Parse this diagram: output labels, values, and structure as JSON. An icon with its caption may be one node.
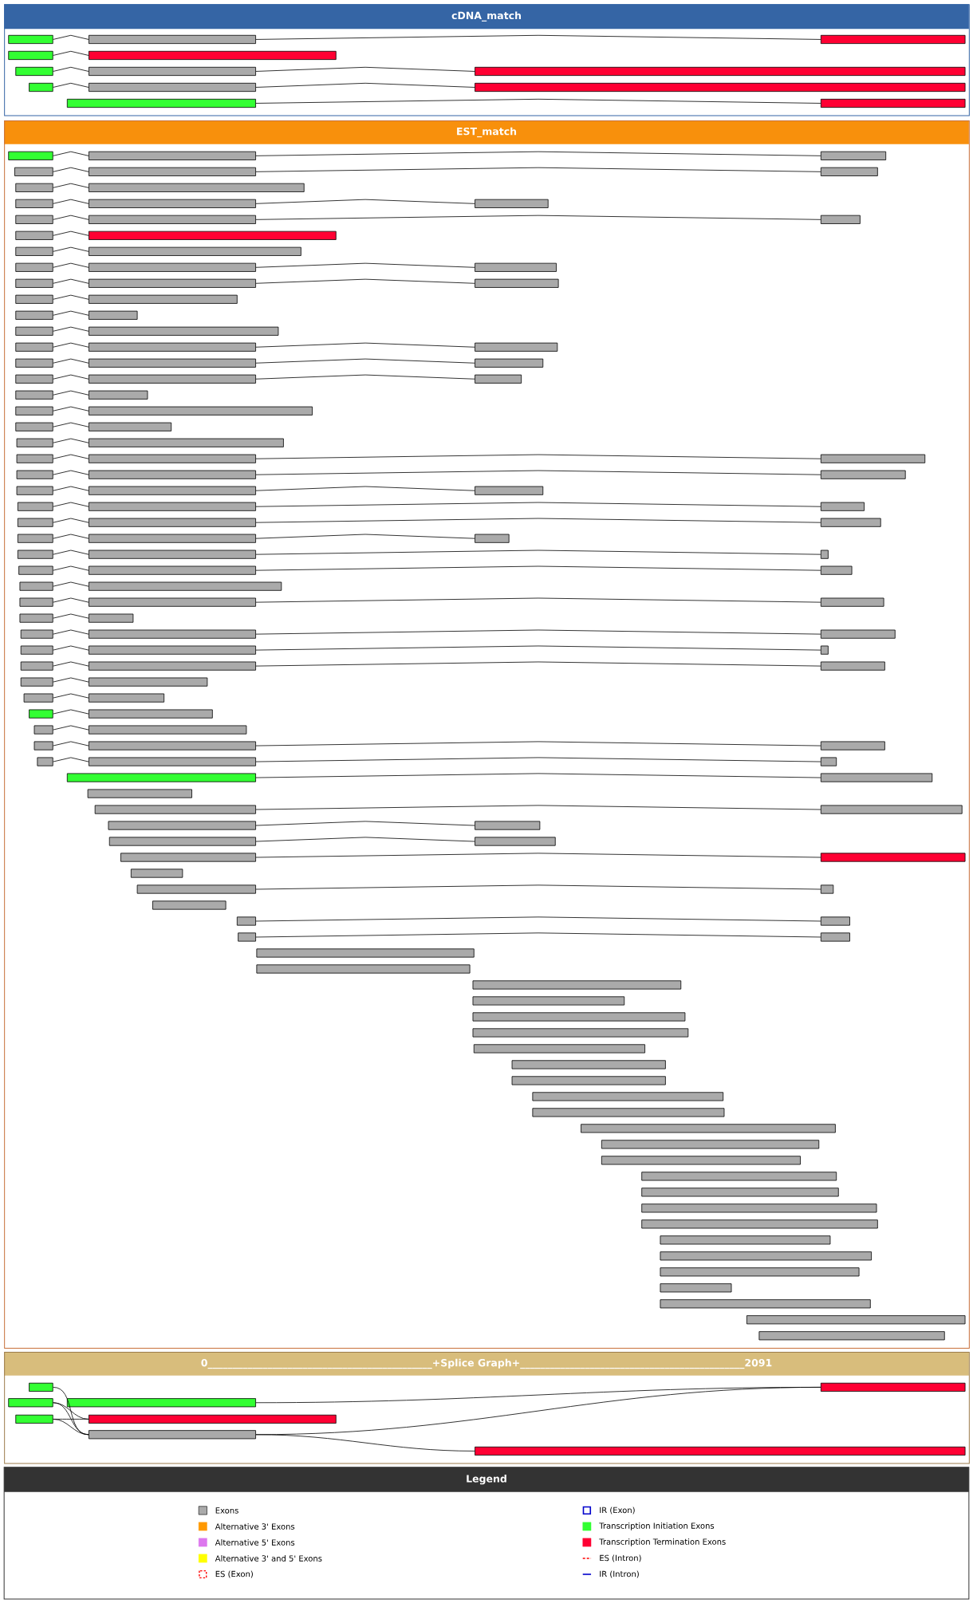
{
  "diagram": {
    "nodes": [
      {
        "text": [
          "cDNA_match"
        ]
      },
      {
        "text": [],
        "shape": "bar",
        "in": 0
      },
      {
        "text": [],
        "shape": "bar",
        "in": 0
      },
      {
        "text": [],
        "shape": "bar",
        "in": 0
      },
      {
        "text": [],
        "shape": "bar",
        "in": 0
      },
      {
        "text": [],
        "shape": "bar",
        "in": 0
      },
      {
        "text": [],
        "shape": "bar",
        "in": 0
      },
      {
        "text": [],
        "shape": "bar",
        "in": 0
      },
      {
        "text": [],
        "shape": "bar",
        "in": 0
      },
      {
        "text": [],
        "shape": "bar",
        "in": 0
      },
      {
        "text": [],
        "shape": "bar",
        "in": 0
      },
      {
        "text": [],
        "shape": "bar",
        "in": 0
      },
      {
        "text": [],
        "shape": "bar",
        "in": 0
      },
      {
        "text": [],
        "shape": "bar",
        "in": 0
      },
      {
        "text": [
          "EST_match"
        ]
      },
      {
        "text": [],
        "shape": "bar",
        "in": 14
      },
      {
        "text": [],
        "shape": "bar",
        "in": 14
      },
      {
        "text": [],
        "shape": "bar",
        "in": 14
      },
      {
        "text": [],
        "shape": "bar",
        "in": 14
      },
      {
        "text": [],
        "shape": "bar",
        "in": 14
      },
      {
        "text": [],
        "shape": "bar",
        "in": 14
      },
      {
        "text": [],
        "shape": "bar",
        "in": 14
      },
      {
        "text": [],
        "shape": "bar",
        "in": 14
      },
      {
        "text": [],
        "shape": "bar",
        "in": 14
      },
      {
        "text": [],
        "shape": "bar",
        "in": 14
      },
      {
        "text": [],
        "shape": "bar",
        "in": 14
      },
      {
        "text": [],
        "shape": "bar",
        "in": 14
      },
      {
        "text": [],
        "shape": "bar",
        "in": 14
      },
      {
        "text": [],
        "shape": "bar",
        "in": 14
      },
      {
        "text": [],
        "shape": "bar",
        "in": 14
      },
      {
        "text": [],
        "shape": "bar",
        "in": 14
      },
      {
        "text": [],
        "shape": "bar",
        "in": 14
      },
      {
        "text": [],
        "shape": "bar",
        "in": 14
      },
      {
        "text": [],
        "shape": "bar",
        "in": 14
      },
      {
        "text": [],
        "shape": "bar",
        "in": 14
      },
      {
        "text": [],
        "shape": "bar",
        "in": 14
      },
      {
        "text": [],
        "shape": "bar",
        "in": 14
      },
      {
        "text": [],
        "shape": "bar",
        "in": 14
      },
      {
        "text": [],
        "shape": "bar",
        "in": 14
      },
      {
        "text": [],
        "shape": "bar",
        "in": 14
      },
      {
        "text": [],
        "shape": "bar",
        "in": 14
      },
      {
        "text": [],
        "shape": "bar",
        "in": 14
      },
      {
        "text": [],
        "shape": "bar",
        "in": 14
      },
      {
        "text": [],
        "shape": "bar",
        "in": 14
      },
      {
        "text": [],
        "shape": "bar",
        "in": 14
      },
      {
        "text": [],
        "shape": "bar",
        "in": 14
      },
      {
        "text": [],
        "shape": "bar",
        "in": 14
      },
      {
        "text": [],
        "shape": "bar",
        "in": 14
      },
      {
        "text": [],
        "shape": "bar",
        "in": 14
      },
      {
        "text": [],
        "shape": "bar",
        "in": 14
      },
      {
        "text": [],
        "shape": "bar",
        "in": 14
      },
      {
        "text": [],
        "shape": "bar",
        "in": 14
      },
      {
        "text": [],
        "shape": "bar",
        "in": 14
      },
      {
        "text": [],
        "shape": "bar",
        "in": 14
      },
      {
        "text": [],
        "shape": "bar",
        "in": 14
      },
      {
        "text": [],
        "shape": "bar",
        "in": 14
      },
      {
        "text": [],
        "shape": "bar",
        "in": 14
      },
      {
        "text": [],
        "shape": "bar",
        "in": 14
      },
      {
        "text": [],
        "shape": "bar",
        "in": 14
      },
      {
        "text": [],
        "shape": "bar",
        "in": 14
      },
      {
        "text": [],
        "shape": "bar",
        "in": 14
      },
      {
        "text": [],
        "shape": "bar",
        "in": 14
      },
      {
        "text": [],
        "shape": "bar",
        "in": 14
      },
      {
        "text": [],
        "shape": "bar",
        "in": 14
      },
      {
        "text": [],
        "shape": "bar",
        "in": 14
      },
      {
        "text": [],
        "shape": "bar",
        "in": 14
      },
      {
        "text": [],
        "shape": "bar",
        "in": 14
      },
      {
        "text": [],
        "shape": "bar",
        "in": 14
      },
      {
        "text": [],
        "shape": "bar",
        "in": 14
      },
      {
        "text": [],
        "shape": "bar",
        "in": 14
      },
      {
        "text": [],
        "shape": "bar",
        "in": 14
      },
      {
        "text": [],
        "shape": "bar",
        "in": 14
      },
      {
        "text": [],
        "shape": "bar",
        "in": 14
      },
      {
        "text": [],
        "shape": "bar",
        "in": 14
      },
      {
        "text": [],
        "shape": "bar",
        "in": 14
      },
      {
        "text": [],
        "shape": "bar",
        "in": 14
      },
      {
        "text": [],
        "shape": "bar",
        "in": 14
      },
      {
        "text": [],
        "shape": "bar",
        "in": 14
      },
      {
        "text": [],
        "shape": "bar",
        "in": 14
      },
      {
        "text": [],
        "shape": "bar",
        "in": 14
      },
      {
        "text": [],
        "shape": "bar",
        "in": 14
      },
      {
        "text": [],
        "shape": "bar",
        "in": 14
      },
      {
        "text": [],
        "shape": "bar",
        "in": 14
      },
      {
        "text": [],
        "shape": "bar",
        "in": 14
      },
      {
        "text": [],
        "shape": "bar",
        "in": 14
      },
      {
        "text": [],
        "shape": "bar",
        "in": 14
      },
      {
        "text": [],
        "shape": "bar",
        "in": 14
      },
      {
        "text": [],
        "shape": "bar",
        "in": 14
      },
      {
        "text": [],
        "shape": "bar",
        "in": 14
      },
      {
        "text": [],
        "shape": "bar",
        "in": 14
      },
      {
        "text": [],
        "shape": "bar",
        "in": 14
      },
      {
        "text": [],
        "shape": "bar",
        "in": 14
      },
      {
        "text": [],
        "shape": "bar",
        "in": 14
      },
      {
        "text": [],
        "shape": "bar",
        "in": 14
      },
      {
        "text": [],
        "shape": "bar",
        "in": 14
      },
      {
        "text": [],
        "shape": "bar",
        "in": 14
      },
      {
        "text": [],
        "shape": "bar",
        "in": 14
      },
      {
        "text": [],
        "shape": "bar",
        "in": 14
      },
      {
        "text": [],
        "shape": "bar",
        "in": 14
      },
      {
        "text": [],
        "shape": "bar",
        "in": 14
      },
      {
        "text": [],
        "shape": "bar",
        "in": 14
      },
      {
        "text": [],
        "shape": "bar",
        "in": 14
      },
      {
        "text": [],
        "shape": "bar",
        "in": 14
      },
      {
        "text": [],
        "shape": "bar",
        "in": 14
      },
      {
        "text": [],
        "shape": "bar",
        "in": 14
      },
      {
        "text": [],
        "shape": "bar",
        "in": 14
      },
      {
        "text": [],
        "shape": "bar",
        "in": 14
      },
      {
        "text": [],
        "shape": "bar",
        "in": 14
      },
      {
        "text": [],
        "shape": "bar",
        "in": 14
      },
      {
        "text": [],
        "shape": "bar",
        "in": 14
      },
      {
        "text": [],
        "shape": "bar",
        "in": 14
      },
      {
        "text": [],
        "shape": "bar",
        "in": 14
      },
      {
        "text": [],
        "shape": "bar",
        "in": 14
      },
      {
        "text": [],
        "shape": "bar",
        "in": 14
      },
      {
        "text": [],
        "shape": "bar",
        "in": 14
      },
      {
        "text": [],
        "shape": "bar",
        "in": 14
      },
      {
        "text": [],
        "shape": "bar",
        "in": 14
      },
      {
        "text": [],
        "shape": "bar",
        "in": 14
      },
      {
        "text": [],
        "shape": "bar",
        "in": 14
      },
      {
        "text": [],
        "shape": "bar",
        "in": 14
      },
      {
        "text": [],
        "shape": "bar",
        "in": 14
      },
      {
        "text": [],
        "shape": "bar",
        "in": 14
      },
      {
        "text": [],
        "shape": "bar",
        "in": 14
      },
      {
        "text": [],
        "shape": "bar",
        "in": 14
      },
      {
        "text": [],
        "shape": "bar",
        "in": 14
      },
      {
        "text": [],
        "shape": "bar",
        "in": 14
      },
      {
        "text": [],
        "shape": "bar",
        "in": 14
      },
      {
        "text": [],
        "shape": "bar",
        "in": 14
      },
      {
        "text": [],
        "shape": "bar",
        "in": 14
      },
      {
        "text": [],
        "shape": "bar",
        "in": 14
      },
      {
        "text": [],
        "shape": "bar",
        "in": 14
      },
      {
        "text": [],
        "shape": "bar",
        "in": 14
      },
      {
        "text": [],
        "shape": "bar",
        "in": 14
      },
      {
        "text": [],
        "shape": "bar",
        "in": 14
      },
      {
        "text": [],
        "shape": "bar",
        "in": 14
      },
      {
        "text": [],
        "shape": "bar",
        "in": 14
      },
      {
        "text": [],
        "shape": "bar",
        "in": 14
      },
      {
        "text": [],
        "shape": "bar",
        "in": 14
      },
      {
        "text": [],
        "shape": "bar",
        "in": 14
      },
      {
        "text": [],
        "shape": "bar",
        "in": 14
      },
      {
        "text": [],
        "shape": "bar",
        "in": 14
      },
      {
        "text": [],
        "shape": "bar",
        "in": 14
      },
      {
        "text": [],
        "shape": "bar",
        "in": 14
      },
      {
        "text": [],
        "shape": "bar",
        "in": 14
      },
      {
        "text": [],
        "shape": "bar",
        "in": 14
      },
      {
        "text": [],
        "shape": "bar",
        "in": 14
      },
      {
        "text": [],
        "shape": "bar",
        "in": 14
      },
      {
        "text": [],
        "shape": "bar",
        "in": 14
      },
      {
        "text": [],
        "shape": "bar",
        "in": 14
      },
      {
        "text": [],
        "shape": "bar",
        "in": 14
      },
      {
        "text": [],
        "shape": "bar",
        "in": 14
      },
      {
        "text": [],
        "shape": "bar",
        "in": 14
      },
      {
        "text": [],
        "shape": "bar",
        "in": 14
      },
      {
        "text": [],
        "shape": "bar",
        "in": 14
      },
      {
        "text": [],
        "shape": "bar",
        "in": 14
      },
      {
        "text": [],
        "shape": "bar",
        "in": 14
      },
      {
        "text": [],
        "shape": "bar",
        "in": 14
      },
      {
        "text": [],
        "shape": "bar",
        "in": 14
      },
      {
        "text": [],
        "shape": "bar",
        "in": 14
      },
      {
        "text": [],
        "shape": "bar",
        "in": 14
      },
      {
        "text": [
          "0_____________________________________________+Splice Graph+_____________________________________________2091"
        ]
      },
      {
        "text": [],
        "shape": "bar",
        "in": 160
      },
      {
        "text": [],
        "shape": "bar",
        "in": 160
      },
      {
        "text": [],
        "shape": "bar",
        "in": 160
      },
      {
        "text": [],
        "shape": "bar",
        "in": 160
      },
      {
        "text": [],
        "shape": "bar",
        "in": 160
      },
      {
        "text": [],
        "shape": "bar",
        "in": 160
      },
      {
        "text": [],
        "shape": "bar",
        "in": 160
      },
      {
        "text": [],
        "shape": "bar",
        "in": 160
      }
    ],
    "edges": [
      {
        "from": 1,
        "to": 2,
        "arrow": "none"
      },
      {
        "from": 2,
        "to": 3,
        "arrow": "none"
      },
      {
        "from": 4,
        "to": 5,
        "arrow": "none"
      },
      {
        "from": 6,
        "to": 7,
        "arrow": "none"
      },
      {
        "from": 7,
        "to": 8,
        "arrow": "none"
      },
      {
        "from": 9,
        "to": 10,
        "arrow": "none"
      },
      {
        "from": 10,
        "to": 11,
        "arrow": "none"
      },
      {
        "from": 12,
        "to": 13,
        "arrow": "none"
      },
      {
        "from": 15,
        "to": 16,
        "arrow": "none"
      },
      {
        "from": 16,
        "to": 17,
        "arrow": "none"
      },
      {
        "from": 18,
        "to": 19,
        "arrow": "none"
      },
      {
        "from": 19,
        "to": 20,
        "arrow": "none"
      },
      {
        "from": 21,
        "to": 22,
        "arrow": "none"
      },
      {
        "from": 23,
        "to": 24,
        "arrow": "none"
      },
      {
        "from": 24,
        "to": 25,
        "arrow": "none"
      },
      {
        "from": 26,
        "to": 27,
        "arrow": "none"
      },
      {
        "from": 27,
        "to": 28,
        "arrow": "none"
      },
      {
        "from": 29,
        "to": 30,
        "arrow": "none"
      },
      {
        "from": 31,
        "to": 32,
        "arrow": "none"
      },
      {
        "from": 33,
        "to": 34,
        "arrow": "none"
      },
      {
        "from": 34,
        "to": 35,
        "arrow": "none"
      },
      {
        "from": 36,
        "to": 37,
        "arrow": "none"
      },
      {
        "from": 37,
        "to": 38,
        "arrow": "none"
      },
      {
        "from": 39,
        "to": 40,
        "arrow": "none"
      },
      {
        "from": 41,
        "to": 42,
        "arrow": "none"
      },
      {
        "from": 43,
        "to": 44,
        "arrow": "none"
      },
      {
        "from": 45,
        "to": 46,
        "arrow": "none"
      },
      {
        "from": 46,
        "to": 47,
        "arrow": "none"
      },
      {
        "from": 48,
        "to": 49,
        "arrow": "none"
      },
      {
        "from": 49,
        "to": 50,
        "arrow": "none"
      },
      {
        "from": 51,
        "to": 52,
        "arrow": "none"
      },
      {
        "from": 52,
        "to": 53,
        "arrow": "none"
      },
      {
        "from": 54,
        "to": 55,
        "arrow": "none"
      },
      {
        "from": 56,
        "to": 57,
        "arrow": "none"
      },
      {
        "from": 58,
        "to": 59,
        "arrow": "none"
      },
      {
        "from": 60,
        "to": 61,
        "arrow": "none"
      },
      {
        "from": 62,
        "to": 63,
        "arrow": "none"
      },
      {
        "from": 63,
        "to": 64,
        "arrow": "none"
      },
      {
        "from": 65,
        "to": 66,
        "arrow": "none"
      },
      {
        "from": 66,
        "to": 67,
        "arrow": "none"
      },
      {
        "from": 68,
        "to": 69,
        "arrow": "none"
      },
      {
        "from": 69,
        "to": 70,
        "arrow": "none"
      },
      {
        "from": 71,
        "to": 72,
        "arrow": "none"
      },
      {
        "from": 72,
        "to": 73,
        "arrow": "none"
      },
      {
        "from": 74,
        "to": 75,
        "arrow": "none"
      },
      {
        "from": 75,
        "to": 76,
        "arrow": "none"
      },
      {
        "from": 77,
        "to": 78,
        "arrow": "none"
      },
      {
        "from": 78,
        "to": 79,
        "arrow": "none"
      },
      {
        "from": 80,
        "to": 81,
        "arrow": "none"
      },
      {
        "from": 81,
        "to": 82,
        "arrow": "none"
      },
      {
        "from": 83,
        "to": 84,
        "arrow": "none"
      },
      {
        "from": 84,
        "to": 85,
        "arrow": "none"
      },
      {
        "from": 86,
        "to": 87,
        "arrow": "none"
      },
      {
        "from": 88,
        "to": 89,
        "arrow": "none"
      },
      {
        "from": 89,
        "to": 90,
        "arrow": "none"
      },
      {
        "from": 91,
        "to": 92,
        "arrow": "none"
      },
      {
        "from": 93,
        "to": 94,
        "arrow": "none"
      },
      {
        "from": 94,
        "to": 95,
        "arrow": "none"
      },
      {
        "from": 96,
        "to": 97,
        "arrow": "none"
      },
      {
        "from": 97,
        "to": 98,
        "arrow": "none"
      },
      {
        "from": 99,
        "to": 100,
        "arrow": "none"
      },
      {
        "from": 100,
        "to": 101,
        "arrow": "none"
      },
      {
        "from": 102,
        "to": 103,
        "arrow": "none"
      },
      {
        "from": 104,
        "to": 105,
        "arrow": "none"
      },
      {
        "from": 106,
        "to": 107,
        "arrow": "none"
      },
      {
        "from": 108,
        "to": 109,
        "arrow": "none"
      },
      {
        "from": 110,
        "to": 111,
        "arrow": "none"
      },
      {
        "from": 111,
        "to": 112,
        "arrow": "none"
      },
      {
        "from": 113,
        "to": 114,
        "arrow": "none"
      },
      {
        "from": 114,
        "to": 115,
        "arrow": "none"
      },
      {
        "from": 116,
        "to": 117,
        "arrow": "none"
      },
      {
        "from": 119,
        "to": 120,
        "arrow": "none"
      },
      {
        "from": 121,
        "to": 122,
        "arrow": "none"
      },
      {
        "from": 123,
        "to": 124,
        "arrow": "none"
      },
      {
        "from": 125,
        "to": 126,
        "arrow": "none"
      },
      {
        "from": 128,
        "to": 129,
        "arrow": "none"
      },
      {
        "from": 131,
        "to": 132,
        "arrow": "none"
      },
      {
        "from": 133,
        "to": 134,
        "arrow": "none"
      },
      {
        "from": 161,
        "to": 166,
        "arrow": "none"
      },
      {
        "from": 162,
        "to": 165,
        "arrow": "none"
      },
      {
        "from": 162,
        "to": 166,
        "arrow": "none"
      },
      {
        "from": 164,
        "to": 165,
        "arrow": "none"
      },
      {
        "from": 164,
        "to": 166,
        "arrow": "none"
      },
      {
        "from": 163,
        "to": 167,
        "arrow": "none"
      },
      {
        "from": 166,
        "to": 167,
        "arrow": "none"
      },
      {
        "from": 166,
        "to": 168,
        "arrow": "none"
      }
    ],
    "labels": [
      "Legend"
    ],
    "legend": [
      {
        "text": "Exons",
        "color": "#aaaaaa"
      },
      {
        "text": "Alternative 3' Exons",
        "color": "#ff9900"
      },
      {
        "text": "Alternative 5' Exons",
        "color": "#dd77ee"
      },
      {
        "text": "Alternative 3' and 5' Exons",
        "color": "#ffff00"
      },
      {
        "text": "ES (Exon)"
      },
      {
        "text": "IR (Exon)"
      },
      {
        "text": "Transcription Initiation Exons",
        "color": "#33ff33"
      },
      {
        "text": "Transcription Termination Exons",
        "color": "#ff0033"
      },
      {
        "text": "ES (Intron)"
      },
      {
        "text": "IR (Intron)"
      }
    ]
  }
}
